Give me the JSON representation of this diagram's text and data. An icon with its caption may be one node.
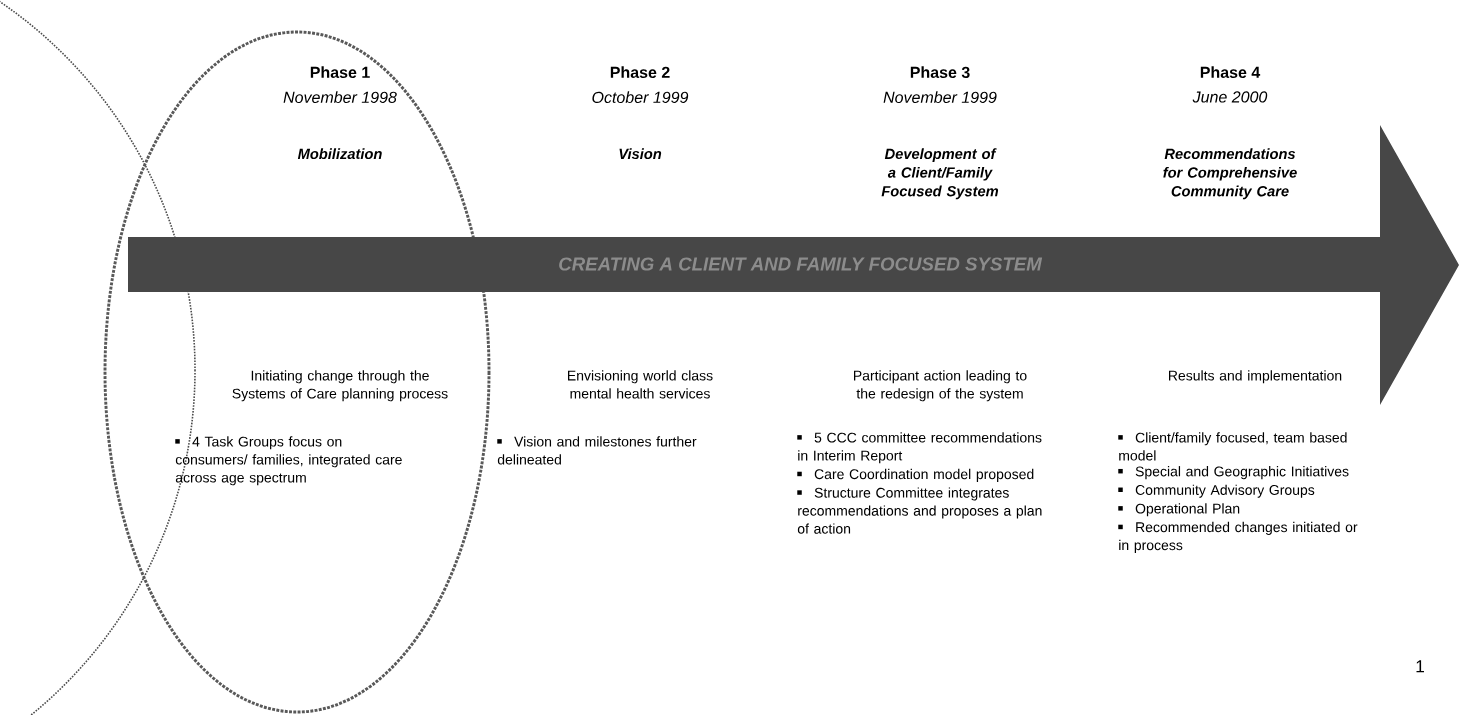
{
  "diagram": {
    "nodes": [
      {
        "text": [
          "CREATING A CLIENT AND FAMILY FOCUSED SYSTEM"
        ]
      }
    ],
    "edges": [],
    "labels": [
      "Phase 1",
      "Phase 2",
      "Phase 3",
      "Phase 4",
      "November 1998",
      "October 1999",
      "November 1999",
      "June 2000",
      "Mobilization",
      "Vision",
      "Development of a Client/Family Focused System",
      "Recommendations for Comprehensive Community Care",
      "Initiating change through the Systems of Care planning process",
      "Envisioning world class mental health services",
      "Participant action leading to the redesign of the system",
      "Results and implementation",
      "4 Task Groups focus on consumers/ families, integrated care across age spectrum",
      "Vision and milestones further delineated",
      "5 CCC committee recommendations in Interim Report",
      "Care Coordination model proposed",
      "Structure Committee integrates recommendations and proposes a plan of action",
      "Client/family focused, team based model",
      "Special and Geographic Initiatives",
      "Community Advisory Groups",
      "Operational Plan",
      "Recommended changes initiated or in process",
      "1"
    ]
  }
}
